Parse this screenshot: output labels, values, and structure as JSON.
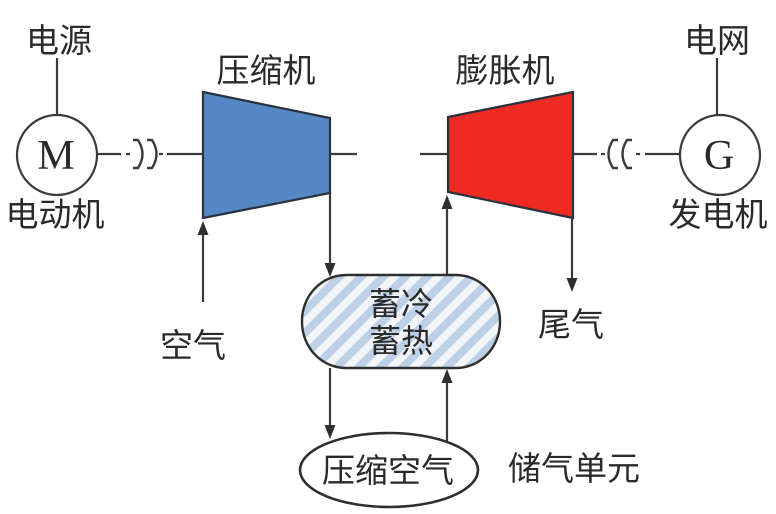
{
  "diagram": {
    "type": "process-flow",
    "subject": "compressed-air-energy-storage-system",
    "labels": {
      "power_source": "电源",
      "motor": "电动机",
      "motor_symbol": "M",
      "compressor": "压缩机",
      "expander": "膨胀机",
      "grid": "电网",
      "generator": "发电机",
      "generator_symbol": "G",
      "air_in": "空气",
      "exhaust": "尾气",
      "storage_line1": "蓄冷",
      "storage_line2": "蓄热",
      "compressed_air": "压缩空气",
      "gas_storage_unit": "储气单元"
    },
    "colors": {
      "compressor_fill": "#5587c5",
      "expander_fill": "#ee2a23",
      "line": "#3a3a3a",
      "hatch_stripe": "#bdd0e6",
      "hatch_bg": "#f2f6fb"
    }
  }
}
